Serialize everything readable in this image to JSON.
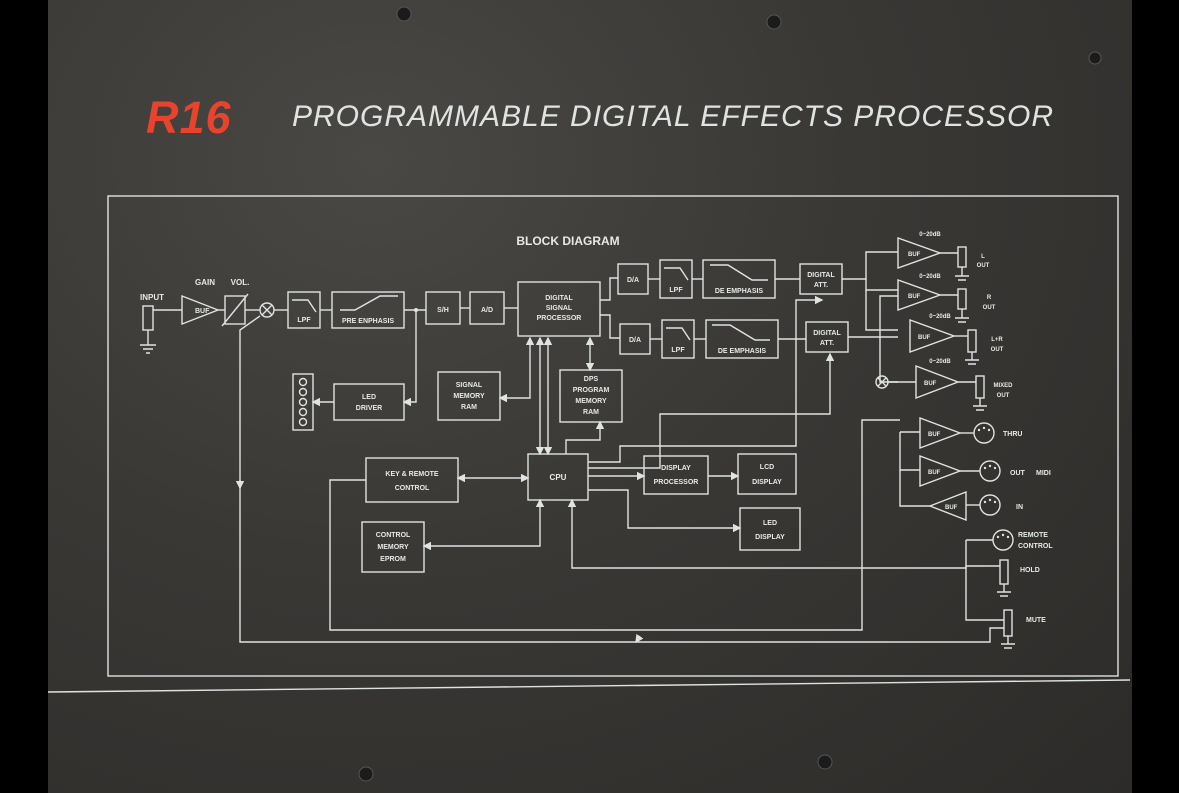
{
  "header": {
    "brand": "R16",
    "title": "PROGRAMMABLE DIGITAL EFFECTS PROCESSOR"
  },
  "diagram": {
    "title": "BLOCK DIAGRAM",
    "input": {
      "input": "INPUT",
      "gain": "GAIN",
      "vol": "VOL.",
      "buf": "BUF"
    },
    "ch1": {
      "lpf": "LPF",
      "pre_emphasis": "PRE ENPHASIS",
      "sh": "S/H",
      "ad": "A/D"
    },
    "dsp": {
      "l1": "DIGITAL",
      "l2": "SIGNAL",
      "l3": "PROCESSOR"
    },
    "out_a": {
      "da": "D/A",
      "lpf": "LPF",
      "de": "DE EMPHASIS",
      "att1": "DIGITAL",
      "att2": "ATT."
    },
    "out_b": {
      "da": "D/A",
      "lpf": "LPF",
      "de": "DE EMPHASIS",
      "att1": "DIGITAL",
      "att2": "ATT."
    },
    "led_driver": {
      "l1": "LED",
      "l2": "DRIVER"
    },
    "signal_mem": {
      "l1": "SIGNAL",
      "l2": "MEMORY",
      "l3": "RAM"
    },
    "dps_mem": {
      "l1": "DPS",
      "l2": "PROGRAM",
      "l3": "MEMORY",
      "l4": "RAM"
    },
    "key_remote": {
      "l1": "KEY & REMOTE",
      "l2": "CONTROL"
    },
    "cpu": "CPU",
    "display_proc": {
      "l1": "DISPLAY",
      "l2": "PROCESSOR"
    },
    "lcd": {
      "l1": "LCD",
      "l2": "DISPLAY"
    },
    "led_display": {
      "l1": "LED",
      "l2": "DISPLAY"
    },
    "control_mem": {
      "l1": "CONTROL",
      "l2": "MEMORY",
      "l3": "EPROM"
    },
    "outputs": {
      "gain_label": "0~20dB",
      "buf": "BUF",
      "l_out": {
        "l1": "L",
        "l2": "OUT"
      },
      "r_out": {
        "l1": "R",
        "l2": "OUT"
      },
      "lr_out": {
        "l1": "L+R",
        "l2": "OUT"
      },
      "mixed_out": {
        "l1": "MIXED",
        "l2": "OUT"
      }
    },
    "midi": {
      "thru": "THRU",
      "out": "OUT",
      "midi": "MIDI",
      "in": "IN",
      "buf": "BUF"
    },
    "remote": {
      "l1": "REMOTE",
      "l2": "CONTROL",
      "hold": "HOLD",
      "mute": "MUTE"
    }
  },
  "colors": {
    "brand": "#e8432c",
    "line": "#dfe3e2",
    "panel": "#3a3835"
  }
}
